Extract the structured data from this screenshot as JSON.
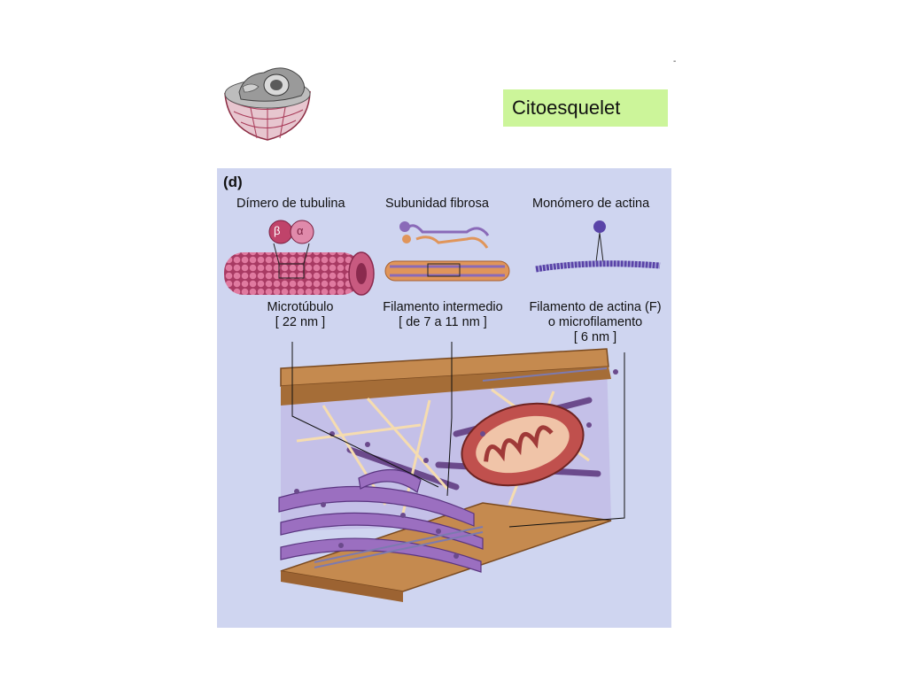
{
  "slide": {
    "title": "Citoesquelet",
    "corner_mark": "-",
    "title_bg": "#ccf59a"
  },
  "figure": {
    "panel_letter": "(d)",
    "background": "#cfd5f0",
    "top_labels": {
      "tubulin_dimer": "Dímero de tubulina",
      "fibrous_subunit": "Subunidad fibrosa",
      "actin_monomer": "Monómero de actina"
    },
    "greek": {
      "beta": "β",
      "alpha": "α"
    },
    "filaments": {
      "microtubule": {
        "name": "Microtúbulo",
        "size": "[ 22 nm ]"
      },
      "intermediate": {
        "name": "Filamento intermedio",
        "size": "[ de 7 a 11 nm ]"
      },
      "actin": {
        "name_line1": "Filamento de actina (F)",
        "name_line2": "o microfilamento",
        "size": "[ 6 nm ]"
      }
    },
    "colors": {
      "microtubule": "#c8577a",
      "intermediate_orange": "#e0955a",
      "intermediate_purple": "#8a6ab8",
      "actin": "#5a44a8",
      "membrane": "#b07a45",
      "mitochondrion": "#c0504d",
      "er_purple": "#9b6fc0"
    }
  }
}
